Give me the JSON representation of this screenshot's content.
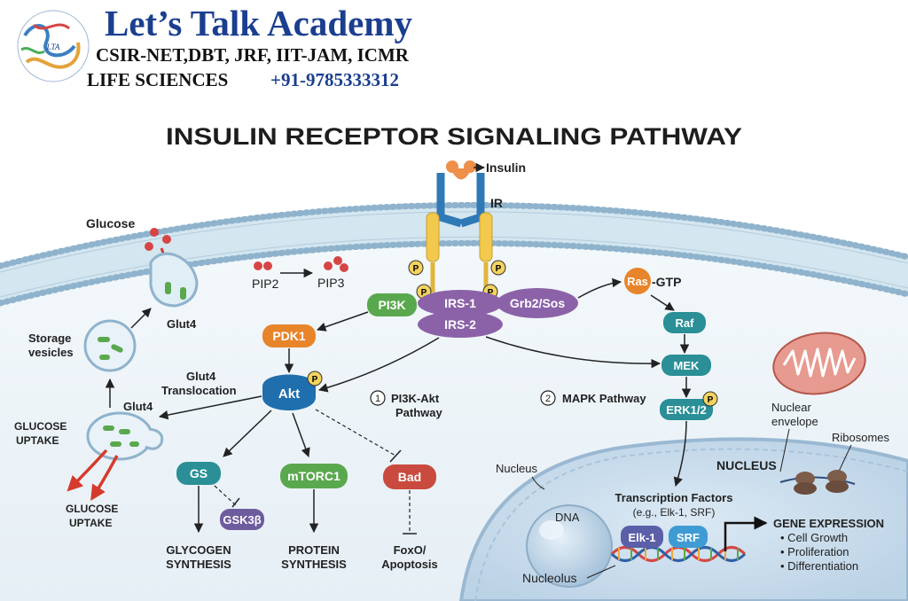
{
  "header": {
    "academy_name": "Let’s Talk Academy",
    "exams_line": "CSIR-NET,DBT, JRF, IIT-JAM, ICMR",
    "subject": "LIFE SCIENCES",
    "phone": "+91-9785333312",
    "logo_text": "LTA"
  },
  "diagram": {
    "title": "INSULIN RECEPTOR SIGNALING PATHWAY",
    "receptor": {
      "ligand": "Insulin",
      "receptor": "IR",
      "phospho": "P"
    },
    "left": {
      "glucose": "Glucose",
      "glut4_top": "Glut4",
      "storage_line1": "Storage",
      "storage_line2": "vesicles",
      "glut4_bottom": "Glut4",
      "translocation_line1": "Glut4",
      "translocation_line2": "Translocation",
      "uptake_upper_line1": "GLUCOSE",
      "uptake_upper_line2": "UPTAKE",
      "uptake_lower_line1": "GLUCOSE",
      "uptake_lower_line2": "UPTAKE"
    },
    "pi3k_branch": {
      "pip2": "PIP2",
      "pip3": "PIP3",
      "pi3k": "PI3K",
      "irs1": "IRS-1",
      "irs2": "IRS-2",
      "pdk1": "PDK1",
      "akt": "Akt",
      "pathway_number": "1",
      "pathway_line1": "PI3K-Akt",
      "pathway_line2": "Pathway",
      "gs": "GS",
      "gsk3b": "GSK3β",
      "mtorc1": "mTORC1",
      "bad": "Bad",
      "glycogen_line1": "GLYCOGEN",
      "glycogen_line2": "SYNTHESIS",
      "protein_line1": "PROTEIN",
      "protein_line2": "SYNTHESIS",
      "foxo_line1": "FoxO/",
      "foxo_line2": "Apoptosis"
    },
    "mapk_branch": {
      "grb2": "Grb2/Sos",
      "ras": "Ras",
      "ras_suffix": "-GTP",
      "raf": "Raf",
      "mek": "MEK",
      "erk": "ERK1/2",
      "pathway_number": "2",
      "pathway_label": "MAPK Pathway"
    },
    "nucleus": {
      "nucleus_pointer": "Nucleus",
      "nucleus_title": "NUCLEUS",
      "envelope_line1": "Nuclear",
      "envelope_line2": "envelope",
      "ribosomes": "Ribosomes",
      "tf_title": "Transcription Factors",
      "tf_example": "(e.g., Elk-1, SRF)",
      "dna": "DNA",
      "nucleolus": "Nucleolus",
      "elk1": "Elk-1",
      "srf": "SRF",
      "gene_expression": "GENE EXPRESSION",
      "outcomes": [
        "• Cell Growth",
        "• Proliferation",
        "• Differentiation"
      ]
    },
    "colors": {
      "green_node": "#5aa84e",
      "purple_node": "#8b62a8",
      "orange_node": "#e8842a",
      "blue_node": "#1f6fae",
      "teal_node": "#2a8f96",
      "red_node": "#c94a3e",
      "phospho_badge": "#f4d35e",
      "membrane": "#cfe3ee",
      "red_arrow": "#d63a2c"
    }
  }
}
